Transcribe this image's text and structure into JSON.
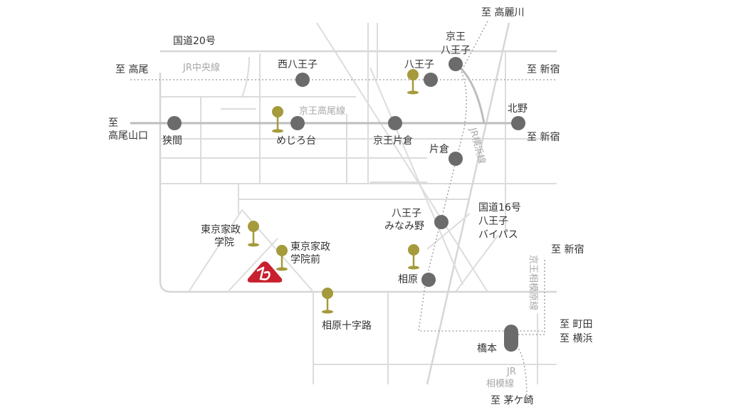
{
  "colors": {
    "station": "#6b6b6b",
    "bus_stop": "#a59a3c",
    "road": "#dcdcdc",
    "rail": "#a9a9a9",
    "school_logo": "#c8202f"
  },
  "roads": {
    "route20": "国道20号",
    "route16_l1": "国道16号",
    "route16_l2": "八王子",
    "route16_l3": "バイパス"
  },
  "rail_lines": {
    "jr_chuo": "JR中央線",
    "keio_takao": "京王高尾線",
    "jr_yokohama": "JR横浜線",
    "keio_sagamihara": "京王相模原線",
    "jr_sagami_l1": "JR",
    "jr_sagami_l2": "相模線"
  },
  "destinations": {
    "takao": "至 高尾",
    "shinjuku_chuo": "至 新宿",
    "takaosanguchi_l1": "至",
    "takaosanguchi_l2": "高尾山口",
    "shinjuku_keio": "至 新宿",
    "komagawa": "至 高麗川",
    "shinjuku_sagamihara": "至 新宿",
    "machida": "至 町田",
    "yokohama": "至 横浜",
    "chigasaki": "至 茅ケ崎"
  },
  "stations": {
    "nishi_hachioji": "西八王子",
    "hachioji": "八王子",
    "keio_hachioji_l1": "京王",
    "keio_hachioji_l2": "八王子",
    "kitano": "北野",
    "hazama": "狭間",
    "mejirodai": "めじろ台",
    "keio_katakura": "京王片倉",
    "katakura": "片倉",
    "minami_osawa_l1": "八王子",
    "minami_osawa_l2": "みなみ野",
    "aihara": "相原",
    "hashimoto": "橋本"
  },
  "bus_stops": {
    "kasei_l1": "東京家政",
    "kasei_l2": "学院",
    "kasei_mae_l1": "東京家政",
    "kasei_mae_l2": "学院前",
    "aihara_jujiro": "相原十字路"
  },
  "school_logo_icon": "tokyo-kasei-gakuin-logo"
}
